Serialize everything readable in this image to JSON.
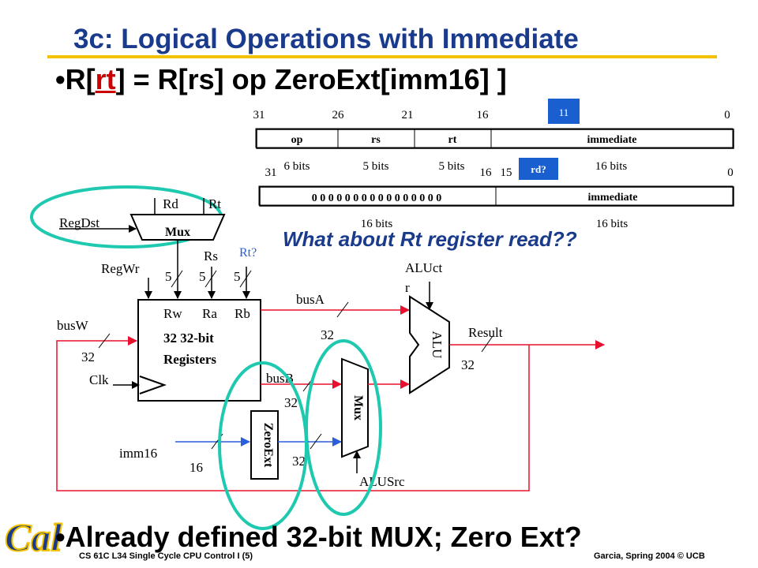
{
  "slide": {
    "title": "3c: Logical Operations with Immediate",
    "bullet1_prefix": "R[",
    "bullet1_rt": "rt",
    "bullet1_suffix": "] = R[rs] op ZeroExt[imm16] ]",
    "question": "What about Rt register read??",
    "bullet2": "Already defined 32-bit MUX; Zero Ext?",
    "footer_left": "CS 61C L34 Single Cycle CPU Control I (5)",
    "footer_right": "Garcia, Spring 2004 © UCB",
    "logo_text": "Cal"
  },
  "format1": {
    "bit_numbers": [
      "31",
      "26",
      "21",
      "16",
      "11",
      "0"
    ],
    "fields": [
      "op",
      "rs",
      "rt",
      "immediate"
    ],
    "widths": [
      "6 bits",
      "5 bits",
      "5 bits",
      "16 bits"
    ]
  },
  "format2": {
    "bit_numbers": [
      "31",
      "16",
      "15",
      "0"
    ],
    "rd_label": "rd?",
    "zero_field": "0 0 0 0 0 0 0 0 0 0 0 0 0 0 0 0",
    "imm_field": "immediate",
    "widths": [
      "16 bits",
      "16 bits"
    ]
  },
  "datapath": {
    "regdst": "RegDst",
    "mux_rd": "Rd",
    "mux_rt": "Rt",
    "mux_label": "Mux",
    "rs": "Rs",
    "rt_q": "Rt?",
    "regwr": "RegWr",
    "five": "5",
    "rw": "Rw",
    "ra": "Ra",
    "rb": "Rb",
    "regfile_line1": "32 32-bit",
    "regfile_line2": "Registers",
    "busw": "busW",
    "thirtytwo": "32",
    "clk": "Clk",
    "busa": "busA",
    "busb": "busB",
    "aluctr1": "ALUct",
    "aluctr2": "r",
    "alu": "ALU",
    "result": "Result",
    "mux2": "Mux",
    "zeroext": "ZeroExt",
    "imm16": "imm16",
    "sixteen": "16",
    "alusrc": "ALUSrc"
  },
  "colors": {
    "title": "#1a3a8c",
    "accent_red": "#e8112d",
    "accent_blue": "#2b5fd9",
    "highlight_cyan": "#1ec9b0",
    "field_blue": "#1a5fd0",
    "rule_gold": "#f2c200"
  }
}
